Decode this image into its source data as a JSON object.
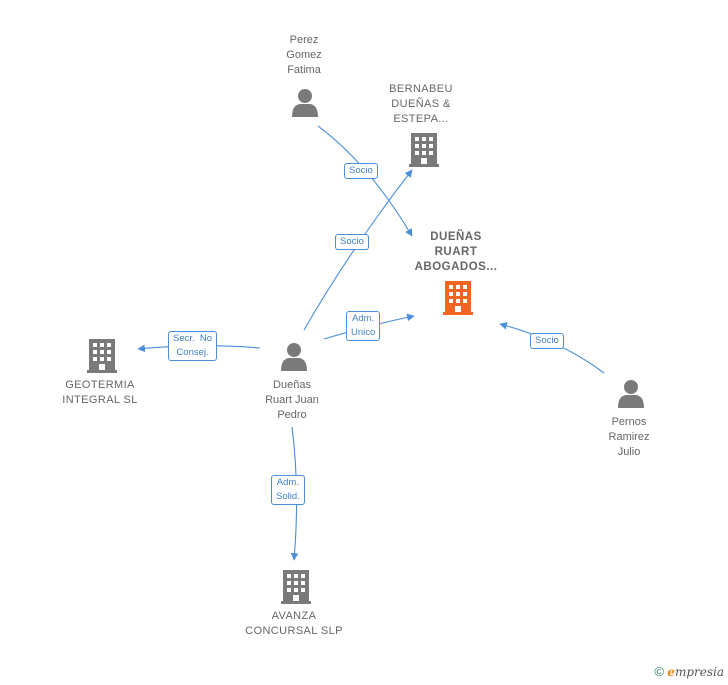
{
  "colors": {
    "edge": "#4a8fd8",
    "node_grey": "#7a7a7a",
    "node_main": "#f26522"
  },
  "nodes": {
    "perez": {
      "label_lines": [
        "Perez",
        "Gomez",
        "Fatima"
      ],
      "icon": "person-icon"
    },
    "bernabeu": {
      "label_lines": [
        "BERNABEU",
        "DUEÑAS &",
        "ESTEPA..."
      ],
      "icon": "building-icon"
    },
    "duenas_ruart": {
      "label_lines": [
        "DUEÑAS",
        "RUART",
        "ABOGADOS..."
      ],
      "icon": "building-icon"
    },
    "geotermia": {
      "label_lines": [
        "GEOTERMIA",
        "INTEGRAL SL"
      ],
      "icon": "building-icon"
    },
    "juan_pedro": {
      "label_lines": [
        "Dueñas",
        "Ruart Juan",
        "Pedro"
      ],
      "icon": "person-icon"
    },
    "pernos": {
      "label_lines": [
        "Pernos",
        "Ramirez",
        "Julio"
      ],
      "icon": "person-icon"
    },
    "avanza": {
      "label_lines": [
        "AVANZA",
        "CONCURSAL SLP"
      ],
      "icon": "building-icon"
    }
  },
  "edges": {
    "perez_duenas": {
      "label": "Socio"
    },
    "juan_bernabeu": {
      "label": "Socio"
    },
    "juan_duenas": {
      "label": "Adm.\nUnico"
    },
    "juan_geotermia": {
      "label": "Secr.  No\nConsej."
    },
    "juan_avanza": {
      "label": "Adm.\nSolid."
    },
    "pernos_duenas": {
      "label": "Socio"
    }
  },
  "footer": {
    "copyright_symbol": "©",
    "brand_initial": "e",
    "brand_rest": "mpresia"
  }
}
